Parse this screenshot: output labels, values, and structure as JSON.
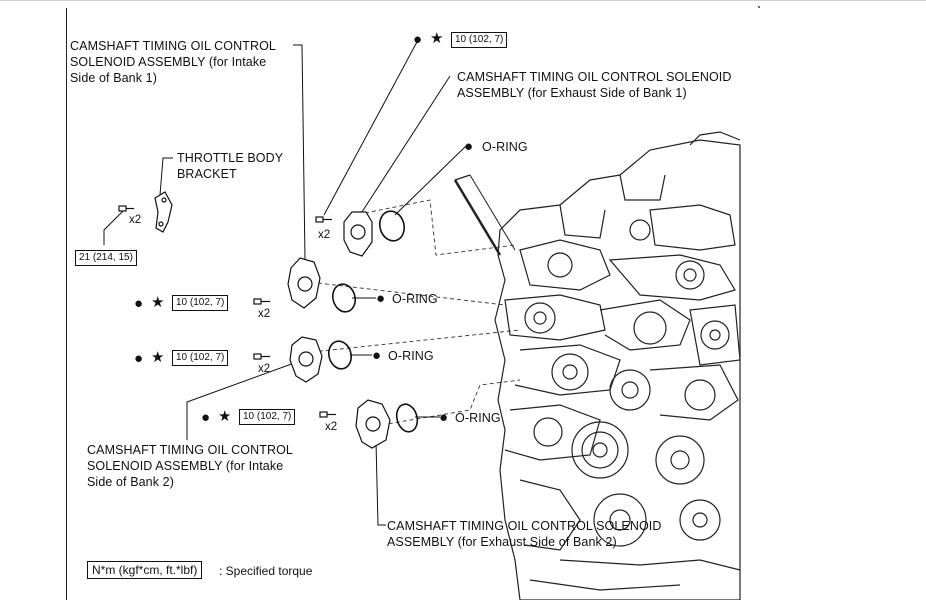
{
  "labels": {
    "intake_bank1_line1": "CAMSHAFT TIMING OIL CONTROL",
    "intake_bank1_line2": "SOLENOID ASSEMBLY (for Intake",
    "intake_bank1_line3": "Side of Bank 1)",
    "exhaust_bank1_line1": "CAMSHAFT TIMING OIL CONTROL SOLENOID",
    "exhaust_bank1_line2": "ASSEMBLY (for Exhaust Side of Bank 1)",
    "throttle_line1": "THROTTLE BODY",
    "throttle_line2": "BRACKET",
    "intake_bank2_line1": "CAMSHAFT TIMING OIL CONTROL",
    "intake_bank2_line2": "SOLENOID ASSEMBLY (for Intake",
    "intake_bank2_line3": "Side of Bank 2)",
    "exhaust_bank2_line1": "CAMSHAFT TIMING OIL CONTROL SOLENOID",
    "exhaust_bank2_line2": "ASSEMBLY (for Exhaust Side of Bank 2)",
    "oring": "O-RING"
  },
  "torque": {
    "solenoid": "10 (102, 7)",
    "bracket": "21 (214, 15)"
  },
  "quantity": "x2",
  "symbols": {
    "dot": "●",
    "star": "★"
  },
  "legend": {
    "units": "N*m (kgf*cm, ft.*lbf)",
    "text": ": Specified torque"
  }
}
